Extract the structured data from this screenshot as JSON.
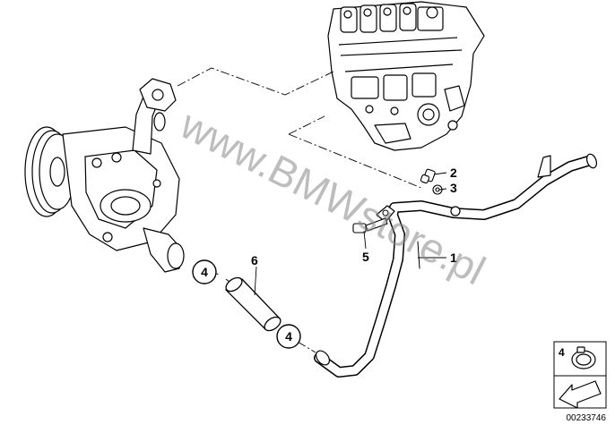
{
  "callouts": {
    "c1": "1",
    "c2": "2",
    "c3": "3",
    "c5": "5",
    "c6": "6"
  },
  "circled": {
    "a": "4",
    "b": "4"
  },
  "watermark": "www.BMWstore.pl",
  "legend": {
    "number": "4"
  },
  "reference": "00233746"
}
